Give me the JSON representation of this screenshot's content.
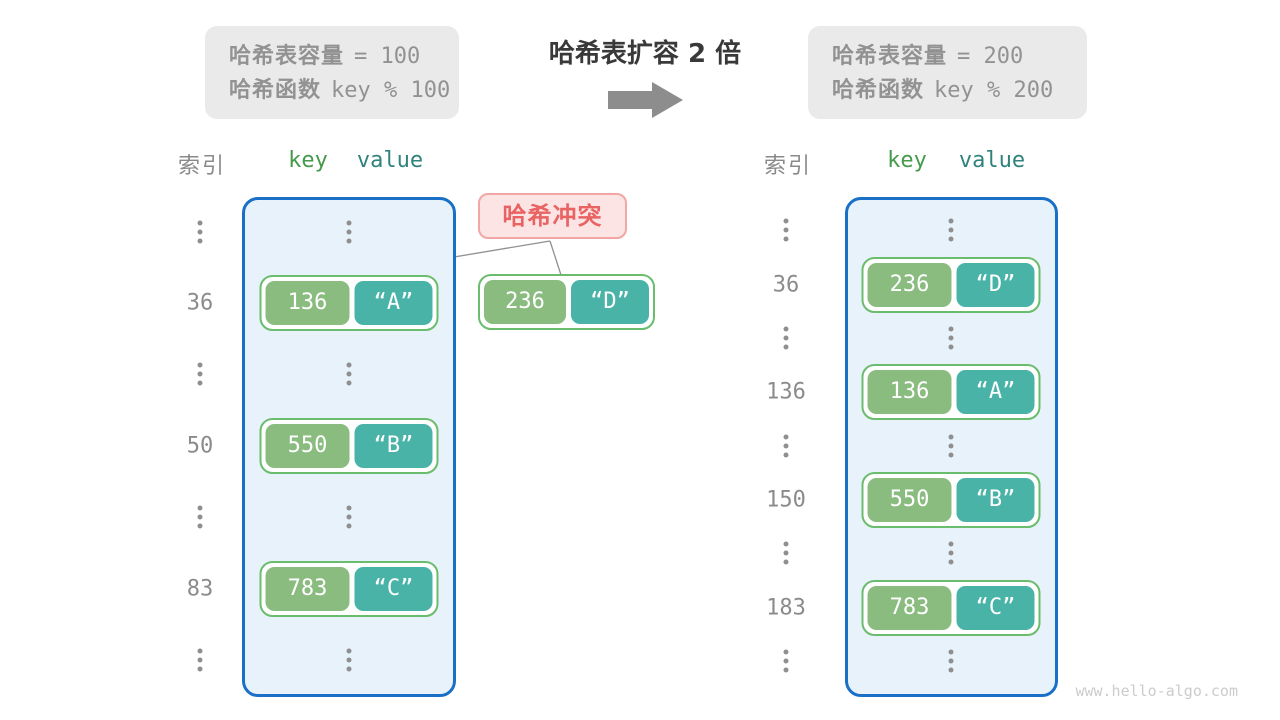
{
  "left_info": {
    "line1_label": "哈希表容量",
    "line1_value": "= 100",
    "line2_label": "哈希函数",
    "line2_value": "key % 100"
  },
  "right_info": {
    "line1_label": "哈希表容量",
    "line1_value": "= 200",
    "line2_label": "哈希函数",
    "line2_value": "key % 200"
  },
  "transform": {
    "title": "哈希表扩容 2 倍"
  },
  "collision": {
    "label": "哈希冲突",
    "pair": {
      "key": "236",
      "value": "“D”"
    }
  },
  "left_table": {
    "index_header": "索引",
    "key_header": "key",
    "value_header": "value",
    "rows": [
      {
        "index": "36",
        "key": "136",
        "value": "“A”"
      },
      {
        "index": "50",
        "key": "550",
        "value": "“B”"
      },
      {
        "index": "83",
        "key": "783",
        "value": "“C”"
      }
    ]
  },
  "right_table": {
    "index_header": "索引",
    "key_header": "key",
    "value_header": "value",
    "rows": [
      {
        "index": "36",
        "key": "236",
        "value": "“D”"
      },
      {
        "index": "136",
        "key": "136",
        "value": "“A”"
      },
      {
        "index": "150",
        "key": "550",
        "value": "“B”"
      },
      {
        "index": "183",
        "key": "783",
        "value": "“C”"
      }
    ]
  },
  "watermark": "www.hello-algo.com",
  "colors": {
    "container_border": "#1a70c6",
    "container_bg": "#e8f2fb",
    "key_green": "#8abc80",
    "value_teal": "#4ab3a8",
    "pair_border": "#6abd6d",
    "collision_bg": "#fce4e4",
    "collision_border": "#f2a6a6",
    "collision_text": "#e96363",
    "header_key": "#459a4b",
    "header_value": "#2f837c",
    "gray_text": "#929292",
    "arrow_gray": "#8d8d8d"
  }
}
